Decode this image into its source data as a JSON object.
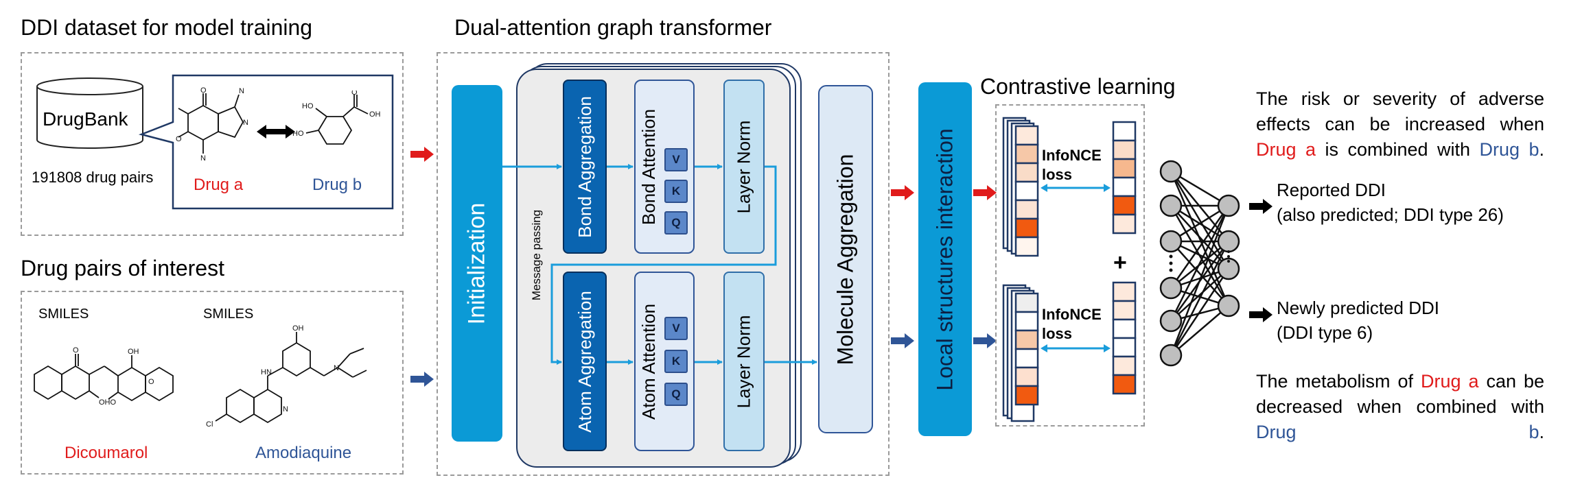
{
  "titles": {
    "dataset": "DDI dataset for model training",
    "transformer": "Dual-attention graph transformer",
    "pairs": "Drug pairs of interest",
    "contrastive": "Contrastive learning"
  },
  "dataset": {
    "db_name": "DrugBank",
    "pairs_count": "191808 drug pairs",
    "drug_a": "Drug a",
    "drug_b": "Drug b"
  },
  "pairs": {
    "smiles_1": "SMILES",
    "smiles_2": "SMILES",
    "drug_1": "Dicoumarol",
    "drug_2": "Amodiaquine"
  },
  "transformer": {
    "initialization": "Initialization",
    "message_passing": "Message passing",
    "bond_aggregation": "Bond Aggregation",
    "bond_attention": "Bond Attention",
    "atom_aggregation": "Atom Aggregation",
    "atom_attention": "Atom Attention",
    "layer_norm_top": "Layer Norm",
    "layer_norm_bottom": "Layer Norm",
    "q": "Q",
    "k": "K",
    "v": "V",
    "molecule_aggregation": "Molecule Aggregation"
  },
  "interaction": {
    "local_structures": "Local structures interaction"
  },
  "contrastive": {
    "loss_top_line1": "InfoNCE",
    "loss_top_line2": "loss",
    "loss_bottom_line1": "InfoNCE",
    "loss_bottom_line2": "loss",
    "plus": "+"
  },
  "output": {
    "reported_line1": "Reported DDI",
    "reported_line2": "(also predicted; DDI type 26)",
    "new_line1": "Newly predicted DDI",
    "new_line2": "(DDI type 6)",
    "risk_part1": "The risk or severity of adverse effects can be increased when ",
    "risk_drug_a": "Drug a",
    "risk_part2": " is combined with ",
    "risk_drug_b": "Drug b",
    "risk_end": ".",
    "metab_part1": "The metabolism of ",
    "metab_drug_a": "Drug a",
    "metab_part2": " can be decreased when combined with ",
    "metab_drug_b": "Drug b",
    "metab_end": "."
  },
  "colors": {
    "red_arrow": "#e01b1b",
    "blue_arrow": "#2f5597",
    "cyan_flow": "#1a9ddb",
    "init_box": "#0b9ad6",
    "dark_agg": "#0a64b0",
    "light_box": "#c3e1f2",
    "attention_box": "#e2ebf7",
    "orange": "#f15a10"
  }
}
